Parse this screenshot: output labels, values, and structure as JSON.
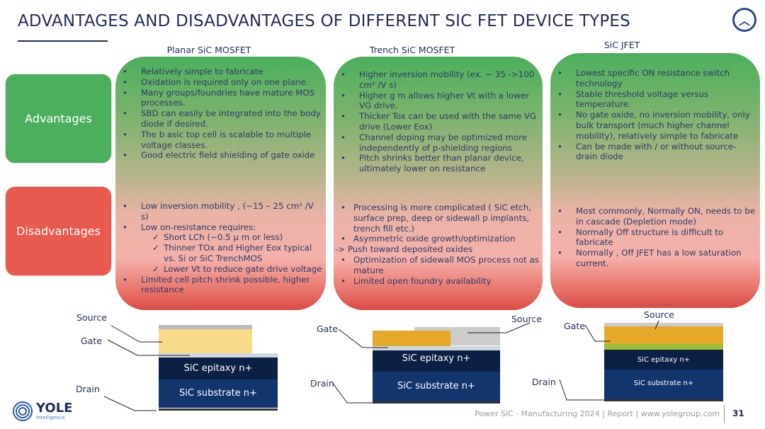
{
  "title": "ADVANTAGES AND DISADVANTAGES OF DIFFERENT SIC FET DEVICE TYPES",
  "labels": {
    "advantages": "Advantages",
    "disadvantages": "Disadvantages"
  },
  "columns": [
    {
      "header": "Planar SiC MOSFET",
      "advantages": [
        "Relatively simple to fabricate",
        "Oxidation is required only on one plane.",
        "Many groups/foundries have mature MOS processes.",
        "SBD can easily be integrated into the body diode if desired.",
        "The b asic top cell is scalable to multiple voltage classes.",
        "Good electric field shielding of gate oxide"
      ],
      "disadvantages": [
        "Low inversion mobility , (~15 – 25 cm² /V s)",
        "Low on-resistance requires:",
        "Short LCh (~0.5 µ m or less)",
        "Thinner TOx and Higher Eox typical vs. Si or SiC TrenchMOS",
        "Lower Vt to reduce gate drive voltage",
        "Limited cell pitch shrink possible, higher resistance"
      ]
    },
    {
      "header": "Trench SiC MOSFET",
      "advantages": [
        "Higher inversion mobility (ex. ~ 35 ->100 cm² /V s)",
        "Higher g m allows higher Vt with a lower VG drive.",
        "Thicker Tox can be used with the same VG drive (Lower Eox)",
        "Channel doping may be optimized more independently of p-shielding regions",
        "Pitch shrinks better than planar device, ultimately lower on resistance"
      ],
      "disadvantages": [
        "Processing is more complicated ( SiC etch, surface prep, deep or sidewall p implants, trench fill etc.)",
        "Asymmetric oxide growth/optimization",
        "-> Push toward deposited oxides",
        "Optimization of sidewall MOS process not as mature",
        "Limited open foundry availability"
      ]
    },
    {
      "header": "SiC JFET",
      "advantages": [
        "Lowest specific ON resistance switch technology",
        "Stable threshold voltage versus temperature.",
        "No gate oxide, no inversion mobility, only bulk transport (much higher channel mobility), relatively simple to fabricate",
        "Can be made with / or without source-drain diode"
      ],
      "disadvantages": [
        "Most commonly, Normally ON, needs to be in cascade (Depletion mode)",
        "Normally Off structure is difficult to fabricate",
        "Normally , Off JFET has a low saturation current."
      ]
    }
  ],
  "diagrams": {
    "source": "Source",
    "gate": "Gate",
    "drain": "Drain",
    "epi": "SiC epitaxy n+",
    "sub": "SiC substrate n+"
  },
  "footer": {
    "text": "Power SiC - Manufacturing 2024 | Report | www.yolegroup.com",
    "page": "31"
  },
  "logo": {
    "name": "YOLE",
    "sub": "Intelligence"
  },
  "colors": {
    "navy": "#1f2d5a",
    "green": "#4caf5e",
    "red": "#e8594f"
  }
}
